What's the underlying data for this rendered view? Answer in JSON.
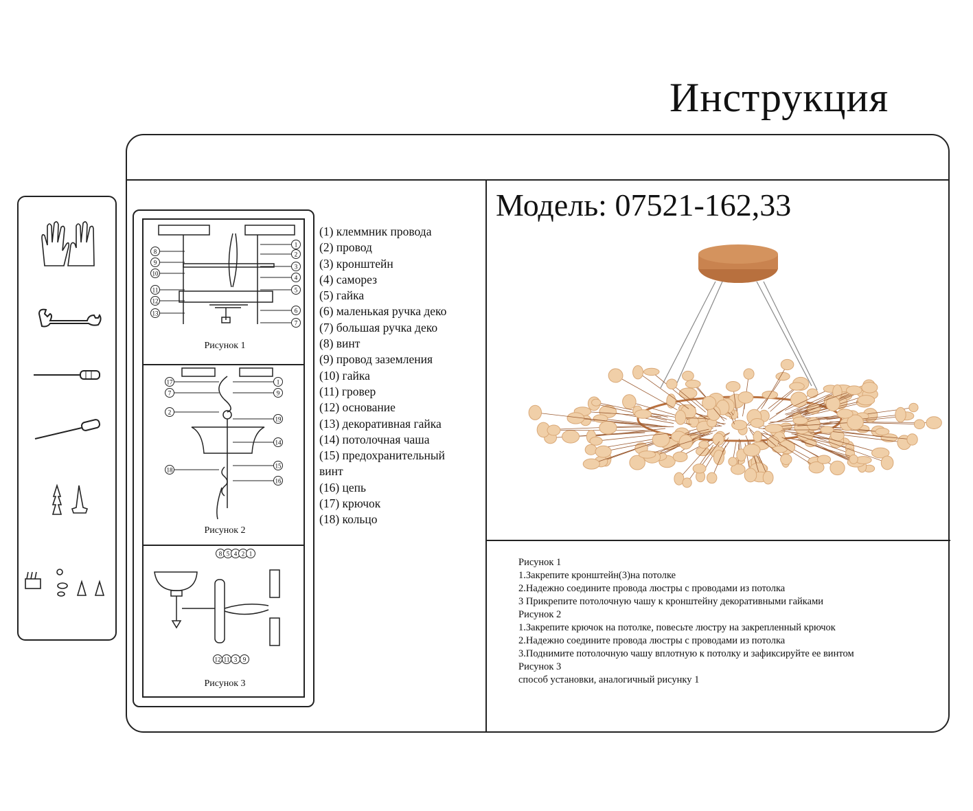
{
  "title": "Инструкция",
  "model": "Модель: 07521-162,33",
  "tools": [
    "gloves-icon",
    "wrench-icon",
    "flat-screwdriver-icon",
    "phillips-screwdriver-icon",
    "screws-anchors-icon",
    "terminal-connectors-icon"
  ],
  "figures": [
    {
      "caption": "Рисунок 1",
      "left_labels": [
        "8",
        "9",
        "10",
        "11",
        "12",
        "13"
      ],
      "right_labels": [
        "1",
        "2",
        "3",
        "4",
        "5",
        "6",
        "7"
      ]
    },
    {
      "caption": "Рисунок 2",
      "left_labels": [
        "17",
        "7",
        "2",
        "18"
      ],
      "right_labels": [
        "1",
        "9",
        "19",
        "14",
        "15",
        "16"
      ]
    },
    {
      "caption": "Рисунок 3",
      "top_labels": [
        "8",
        "5",
        "4",
        "2",
        "1"
      ],
      "bottom_labels": [
        "12",
        "11",
        "3",
        "9"
      ]
    }
  ],
  "parts": [
    "(1) клеммник провода",
    "(2) провод",
    "(3) кронштейн",
    "(4) саморез",
    "(5) гайка",
    "(6) маленькая ручка деко",
    "(7) большая ручка деко",
    "(8) винт",
    "(9) провод заземления",
    "(10) гайка",
    "(11) гровер",
    "(12) основание",
    "(13) декоративная гайка",
    "(14) потолочная чаша",
    "(15) предохранительный",
    "винт",
    "(16) цепь",
    "(17) крючок",
    "(18) кольцо"
  ],
  "steps": [
    "Рисунок 1",
    "1.Закрепите кронштейн(3)на потолке",
    "2.Надежно соедините провода люстры с проводами из потолка",
    "3 Прикрепите потолочную чашу к кронштейну декоративными гайками",
    "Рисунок 2",
    "1.Закрепите крючок на потолке, повесьте люстру на закрепленный крючок",
    "2.Надежно соедините провода люстры с проводами из потолка",
    "3.Поднимите потолочную чашу вплотную к потолку и зафиксируйте ее винтом",
    "Рисунок 3",
    "способ установки, аналогичный рисунку 1"
  ],
  "colors": {
    "line": "#222222",
    "copper": "#b8703e",
    "leaf": "#f0cfa8"
  }
}
